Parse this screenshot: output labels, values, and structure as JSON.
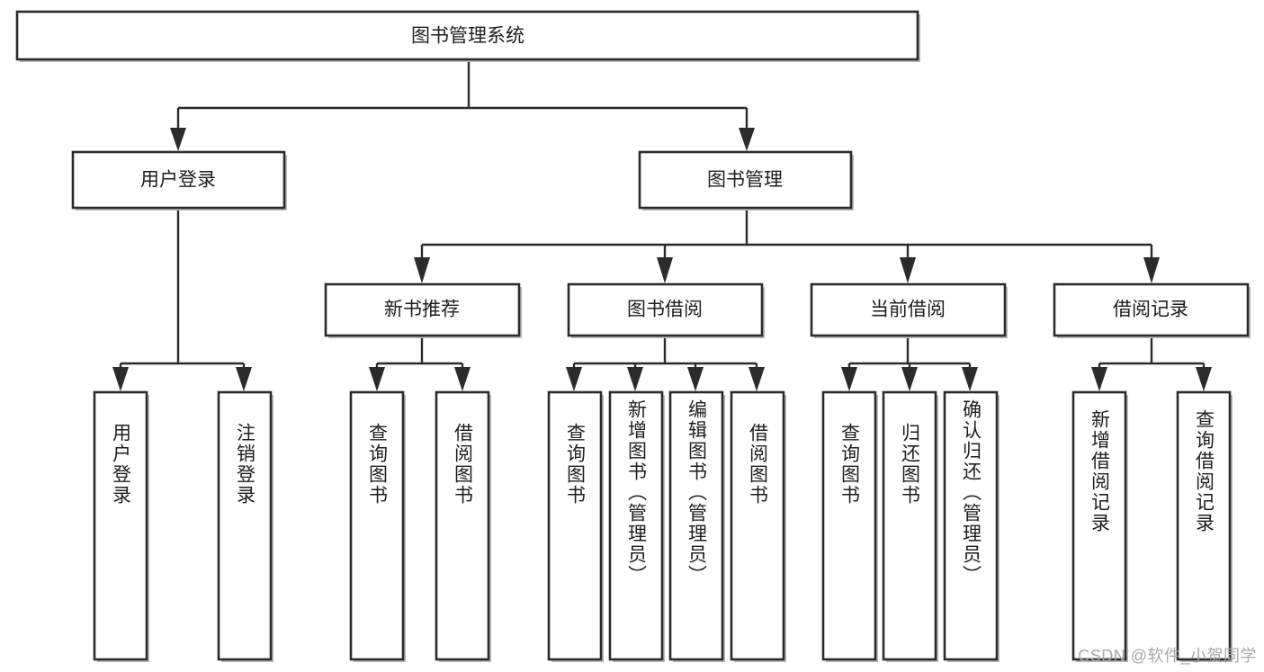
{
  "diagram": {
    "title": "图书管理系统",
    "type": "hierarchy-tree",
    "watermark": "CSDN @软件_小贺同学",
    "colors": {
      "stroke": "#2b2b2b",
      "fill": "#ffffff",
      "text": "#1d1d1d",
      "shadow": "#b9b9b9",
      "watermark": "#a8a8a8"
    },
    "levels": {
      "root": {
        "label": "图书管理系统"
      },
      "level2": [
        {
          "label": "用户登录"
        },
        {
          "label": "图书管理"
        }
      ],
      "level3": [
        {
          "label": "新书推荐"
        },
        {
          "label": "图书借阅"
        },
        {
          "label": "当前借阅"
        },
        {
          "label": "借阅记录"
        }
      ]
    },
    "groups": [
      {
        "parent": "用户登录",
        "leaves": [
          {
            "label": "用户登录"
          },
          {
            "label": "注销登录"
          }
        ]
      },
      {
        "parent": "新书推荐",
        "leaves": [
          {
            "label": "查询图书"
          },
          {
            "label": "借阅图书"
          }
        ]
      },
      {
        "parent": "图书借阅",
        "leaves": [
          {
            "label": "查询图书"
          },
          {
            "label": "新增图书（管理员）"
          },
          {
            "label": "编辑图书（管理员）"
          },
          {
            "label": "借阅图书"
          }
        ]
      },
      {
        "parent": "当前借阅",
        "leaves": [
          {
            "label": "查询图书"
          },
          {
            "label": "归还图书"
          },
          {
            "label": "确认归还（管理员）"
          }
        ]
      },
      {
        "parent": "借阅记录",
        "leaves": [
          {
            "label": "新增借阅记录"
          },
          {
            "label": "查询借阅记录"
          }
        ]
      }
    ]
  }
}
